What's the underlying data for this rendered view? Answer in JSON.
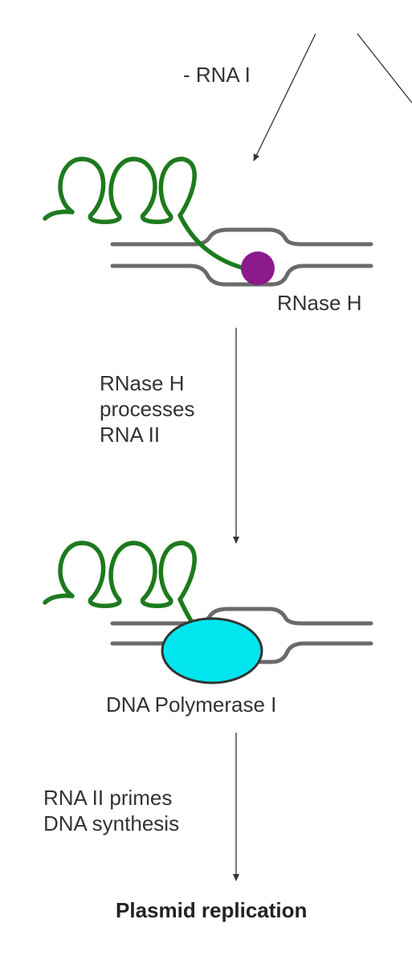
{
  "labels": {
    "minus_rna1": "- RNA I",
    "rnase_h": "RNase H",
    "step1_line1": "RNase H",
    "step1_line2": "processes",
    "step1_line3": "RNA II",
    "dna_pol": "DNA Polymerase I",
    "step2_line1": "RNA II primes",
    "step2_line2": "DNA synthesis",
    "final": "Plasmid replication"
  },
  "colors": {
    "rna": "#1e7a1e",
    "dna": "#6a6a6a",
    "rnase_h": "#8b1a8b",
    "dna_polymerase": "#00e5ee",
    "arrow": "#333333"
  }
}
